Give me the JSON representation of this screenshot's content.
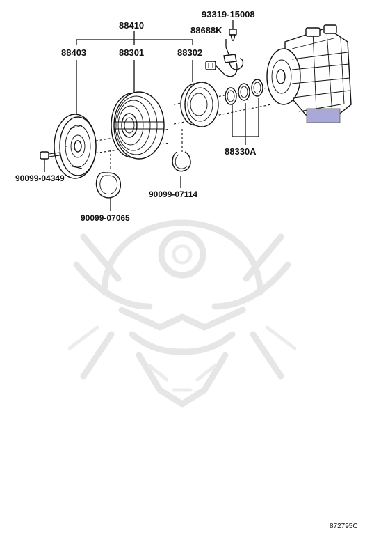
{
  "parts": {
    "assembly": "88410",
    "hub": "88403",
    "pulley": "88301",
    "coil": "88302",
    "wire": "88688K",
    "bolt_top": "93319-15008",
    "shims": "88330A",
    "bolt": "90099-04349",
    "ring_large": "90099-07065",
    "snap_ring": "90099-07114"
  },
  "footer": {
    "code": "872795C"
  },
  "colors": {
    "highlight": "#a9a9d9",
    "line": "#111111",
    "watermark": "#e6e6e6"
  }
}
